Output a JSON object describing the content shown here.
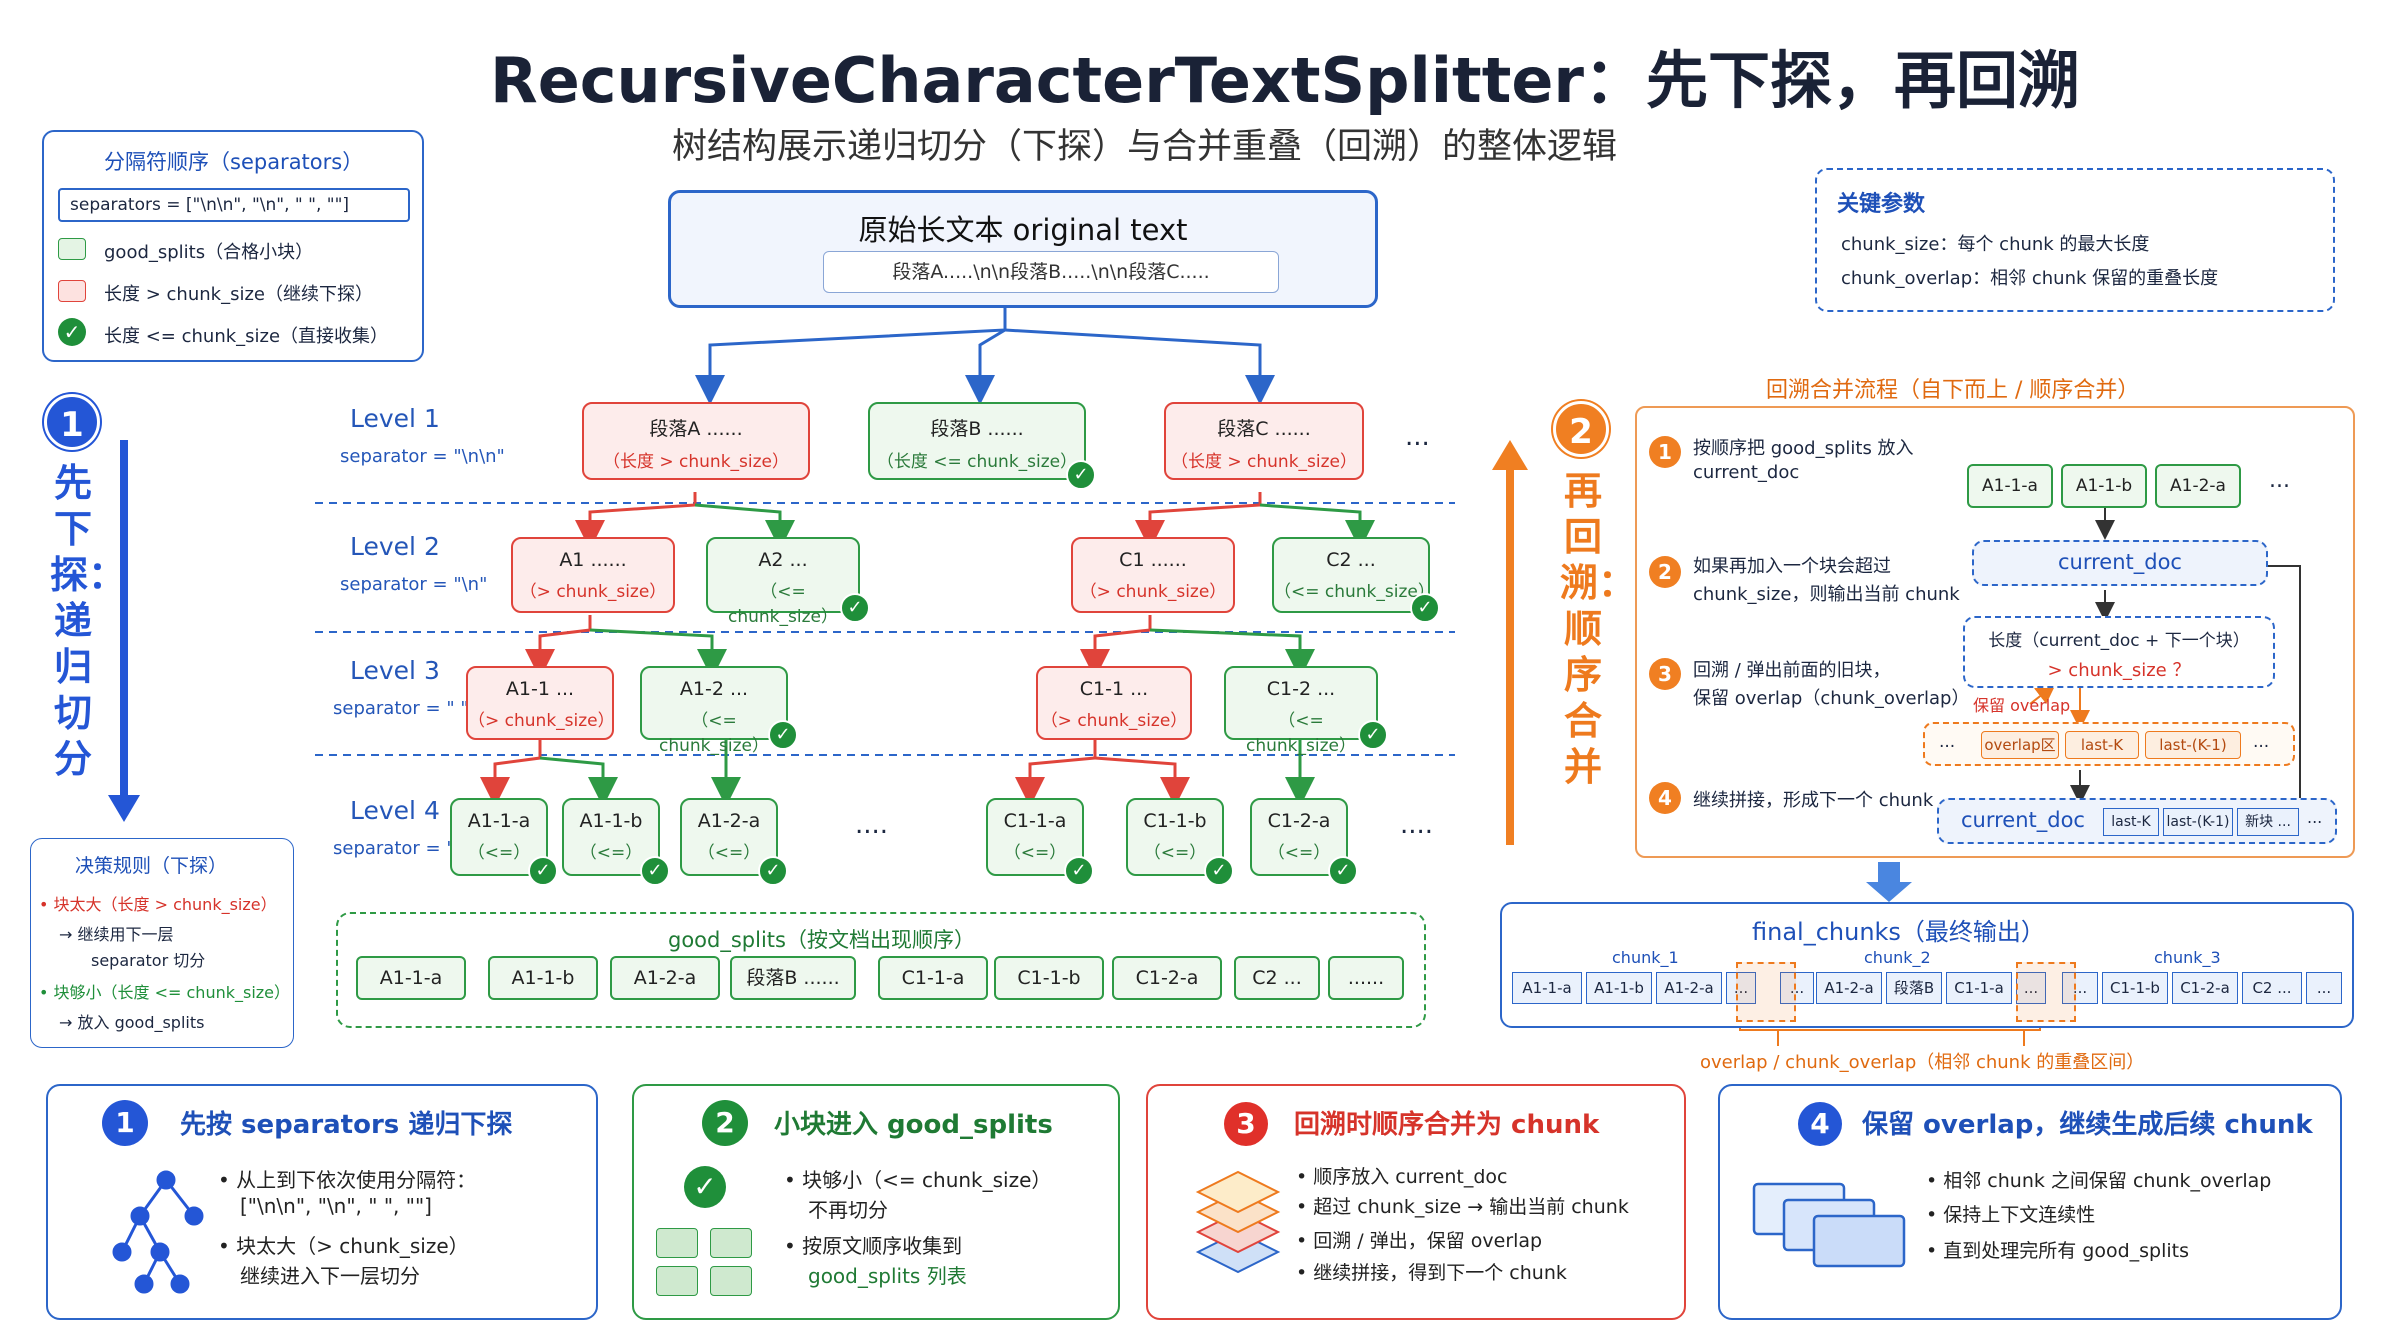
{
  "title": "RecursiveCharacterTextSplitter：先下探，再回溯",
  "subtitle": "树结构展示递归切分（下探）与合并重叠（回溯）的整体逻辑",
  "legend": {
    "title": "分隔符顺序（separators）",
    "separators": "separators = [\"\\n\\n\", \"\\n\", \" \", \"\"]",
    "good": "good_splits（合格小块）",
    "bad": "长度 > chunk_size（继续下探）",
    "ok": "长度 <= chunk_size（直接收集）"
  },
  "params": {
    "title": "关键参数",
    "items": [
      "chunk_size：每个 chunk 的最大长度",
      "chunk_overlap：相邻 chunk 保留的重叠长度"
    ]
  },
  "root": {
    "title": "原始长文本   original text",
    "text": "段落A.....\\n\\n段落B.....\\n\\n段落C....."
  },
  "left_phase": {
    "num": "1",
    "label": "先下探：递归切分"
  },
  "right_phase": {
    "num": "2",
    "label": "再回溯：顺序合并"
  },
  "levels": [
    {
      "title": "Level 1",
      "sep": "separator = \"\\n\\n\""
    },
    {
      "title": "Level 2",
      "sep": "separator = \"\\n\""
    },
    {
      "title": "Level 3",
      "sep": "separator = \" \""
    },
    {
      "title": "Level 4",
      "sep": "separator = \"\""
    }
  ],
  "nodes": {
    "pA": [
      "段落A ......",
      "（长度 > chunk_size）"
    ],
    "pB": [
      "段落B ......",
      "（长度 <= chunk_size）"
    ],
    "pC": [
      "段落C ......",
      "（长度 > chunk_size）"
    ],
    "A1": [
      "A1 ......",
      "（> chunk_size）"
    ],
    "A2": [
      "A2 ...",
      "（<= chunk_size）"
    ],
    "C1": [
      "C1 ......",
      "（> chunk_size）"
    ],
    "C2": [
      "C2 ...",
      "（<= chunk_size）"
    ],
    "A11": [
      "A1-1 ...",
      "（> chunk_size）"
    ],
    "A12": [
      "A1-2 ...",
      "（<= chunk_size）"
    ],
    "C11": [
      "C1-1 ...",
      "（> chunk_size）"
    ],
    "C12": [
      "C1-2 ...",
      "（<= chunk_size）"
    ],
    "A11a": [
      "A1-1-a",
      "（<=）"
    ],
    "A11b": [
      "A1-1-b",
      "（<=）"
    ],
    "A12a": [
      "A1-2-a",
      "（<=）"
    ],
    "C11a": [
      "C1-1-a",
      "（<=）"
    ],
    "C11b": [
      "C1-1-b",
      "（<=）"
    ],
    "C12a": [
      "C1-2-a",
      "（<=）"
    ]
  },
  "ellipsis": "...",
  "ellipsis4": "....",
  "decision": {
    "title": "决策规则（下探）",
    "r1": "• 块太大（长度 > chunk_size）",
    "r1b": "→  继续用下一层",
    "r1c": "separator 切分",
    "r2": "• 块够小（长度 <= chunk_size）",
    "r2b": "→  放入 good_splits"
  },
  "good_splits": {
    "title": "good_splits（按文档出现顺序）",
    "items": [
      "A1-1-a",
      "A1-1-b",
      "A1-2-a",
      "段落B ......",
      "C1-1-a",
      "C1-1-b",
      "C1-2-a",
      "C2 ...",
      "......"
    ]
  },
  "merge": {
    "title": "回溯合并流程（自下而上 / 顺序合并）",
    "s1": "按顺序把 good_splits 放入",
    "s1b": "current_doc",
    "s2": "如果再加入一个块会超过",
    "s2b": "chunk_size，则输出当前 chunk",
    "s3": "回溯 / 弹出前面的旧块，",
    "s3b": "保留 overlap（chunk_overlap）",
    "s4": "继续拼接，形成下一个 chunk",
    "cells": [
      "A1-1-a",
      "A1-1-b",
      "A1-2-a",
      "..."
    ],
    "current_doc": "current_doc",
    "length_q": "长度（current_doc + 下一个块）",
    "length_q2": "> chunk_size  ？",
    "keep_overlap": "保留 overlap",
    "overlap_cells": [
      "...",
      "overlap区",
      "last-K",
      "last-(K-1)",
      "..."
    ],
    "next_cells": [
      "last-K",
      "last-(K-1)",
      "新块 ...",
      "..."
    ]
  },
  "final": {
    "title": "final_chunks（最终输出）",
    "c1": "chunk_1",
    "c2": "chunk_2",
    "c3": "chunk_3",
    "chunk1": [
      "A1-1-a",
      "A1-1-b",
      "A1-2-a",
      "..."
    ],
    "chunk2": [
      "...",
      "A1-2-a",
      "段落B",
      "C1-1-a",
      "..."
    ],
    "chunk3": [
      "...",
      "C1-1-b",
      "C1-2-a",
      "C2 ...",
      "..."
    ],
    "overlap_note": "overlap / chunk_overlap（相邻 chunk 的重叠区间）"
  },
  "cards": [
    {
      "num": "1",
      "title": "先按 separators 递归下探",
      "lines": [
        "•  从上到下依次使用分隔符：",
        "[\"\\n\\n\", \"\\n\", \" \", \"\"]",
        "•  块太大（> chunk_size）",
        "继续进入下一层切分"
      ]
    },
    {
      "num": "2",
      "title": "小块进入 good_splits",
      "lines": [
        "•  块够小（<= chunk_size）",
        "不再切分",
        "•  按原文顺序收集到",
        "good_splits 列表"
      ]
    },
    {
      "num": "3",
      "title": "回溯时顺序合并为 chunk",
      "lines": [
        "•  顺序放入 current_doc",
        "•  超过 chunk_size → 输出当前 chunk",
        "•  回溯 / 弹出，保留 overlap",
        "•  继续拼接，得到下一个 chunk"
      ]
    },
    {
      "num": "4",
      "title": "保留 overlap，继续生成后续 chunk",
      "lines": [
        "•  相邻 chunk 之间保留 chunk_overlap",
        "•  保持上下文连续性",
        "•  直到处理完所有 good_splits"
      ]
    }
  ],
  "colors": {
    "blue": "#2c66c9",
    "green": "#2e9a45",
    "red": "#e0443b",
    "orange": "#ee7a1e"
  }
}
